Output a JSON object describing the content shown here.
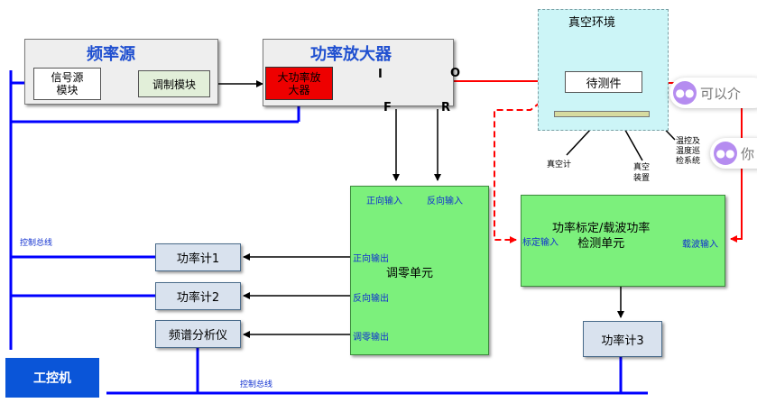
{
  "blocks": {
    "signal_source_title": "频率源",
    "signal_source_module": "信号源\n模块",
    "modulation_module": "调制模块",
    "amplifier_title": "功率放大器",
    "high_power_amp": "大功率放\n大器",
    "port_i": "I",
    "port_o": "O",
    "port_f": "F",
    "port_r": "R",
    "vacuum_title": "真空环境",
    "dut": "待测件",
    "vacuum_gauge": "真空计",
    "vacuum_device": "真空\n装置",
    "temp_control": "温控及\n温度巡\n检系统",
    "calibration_unit": "功率标定/载波功率\n检测单元",
    "calib_input": "标定输入",
    "carrier_input": "载波输入",
    "null_unit": "调零单元",
    "forward_input": "正向输入",
    "reverse_input": "反向输入",
    "forward_output": "正向输出",
    "reverse_output": "反向输出",
    "null_output": "调零输出",
    "power_meter_1": "功率计1",
    "power_meter_2": "功率计2",
    "spectrum_analyzer": "频谱分析仪",
    "power_meter_3": "功率计3",
    "industrial_pc": "工控机",
    "control_bus_left": "控制总线",
    "control_bus_bottom": "控制总线"
  },
  "overlay": {
    "chip1_text": "可以介",
    "chip2_text": "你"
  },
  "colors": {
    "bus_blue": "#0000ff",
    "signal_red": "#ff0000",
    "ipc_blue": "#0a55d8",
    "hpa_red": "#ee0000"
  }
}
